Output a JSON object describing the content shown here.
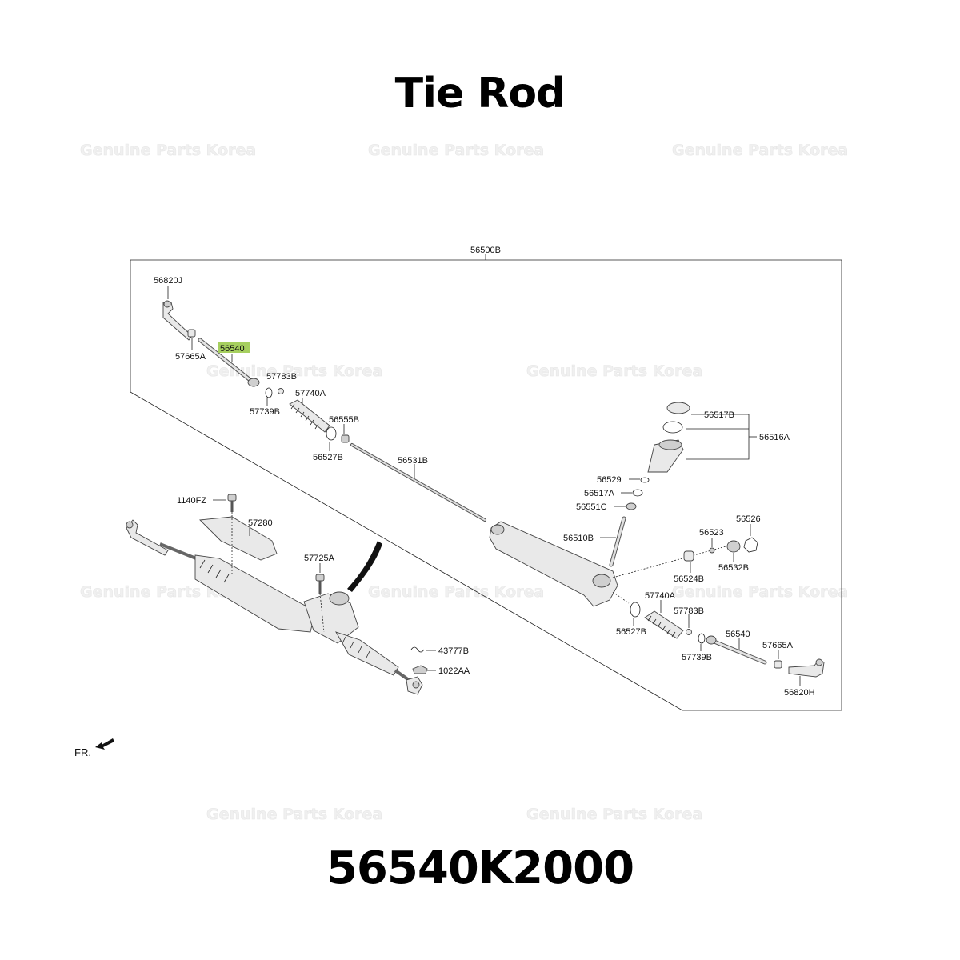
{
  "title": "Tie Rod",
  "part_number": "56540K2000",
  "watermark": "Genuine Parts Korea",
  "front_label": "FR.",
  "highlight_color": "#a6cf5f",
  "callouts": {
    "assembly": "56500B",
    "tie_rod_end_left": "56820J",
    "tie_rod_highlighted": "56540",
    "nut_left": "57665A",
    "band_b_top": "57783B",
    "clip_top": "57739B",
    "bellows_top": "57740A",
    "bushing_top": "56555B",
    "ring_top": "56527B",
    "rack_bar": "56531B",
    "plug": "56517B",
    "housing_cover": "56516A",
    "seal_56529": "56529",
    "ring_56517A": "56517A",
    "ring_56551C": "56551C",
    "pinion": "56510B",
    "bolt_1140FZ": "1140FZ",
    "heat_protector": "57280",
    "bolt_57725A": "57725A",
    "yoke_56523": "56523",
    "plug_56526": "56526",
    "yoke_56524B": "56524B",
    "nut_56532B": "56532B",
    "bellows_bottom": "57740A",
    "band_b_bottom": "57783B",
    "ring_bottom": "56527B",
    "tie_rod_bottom": "56540",
    "nut_bottom": "57665A",
    "clip_bottom": "57739B",
    "tie_rod_end_right": "56820H",
    "clip_43777B": "43777B",
    "nut_1022AA": "1022AA"
  }
}
